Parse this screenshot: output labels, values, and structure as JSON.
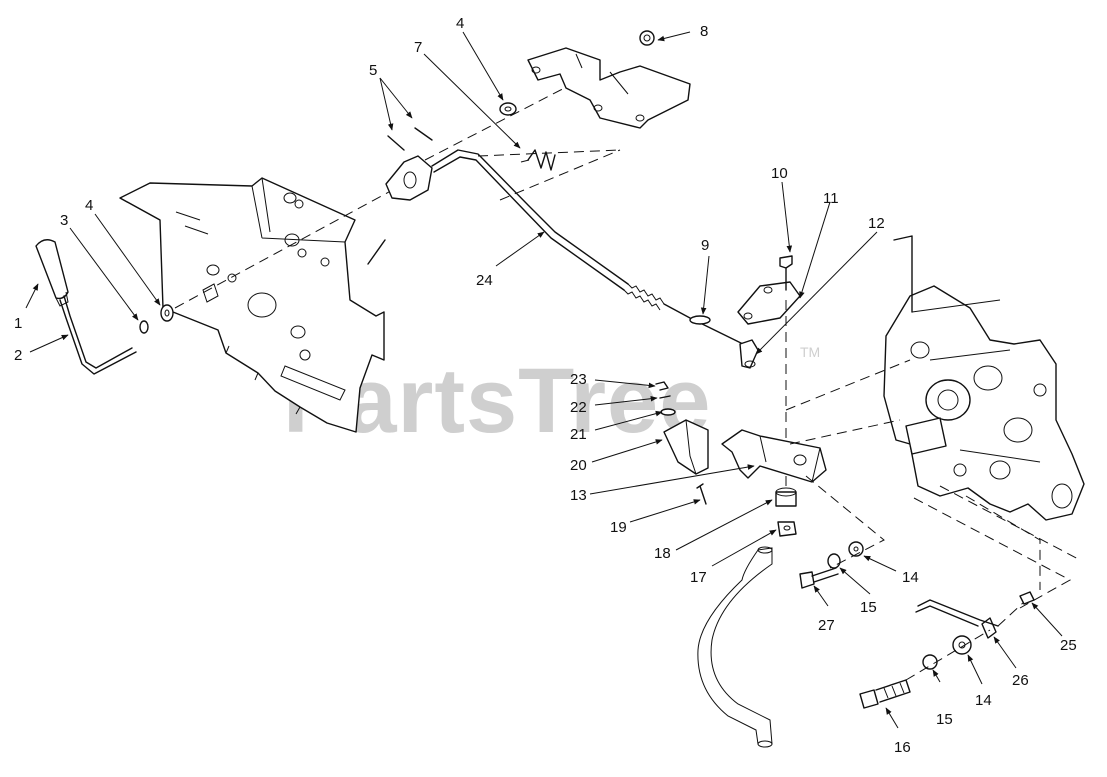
{
  "watermark": {
    "text": "PartsTree",
    "trademark": "TM"
  },
  "labels": {
    "n1": "1",
    "n2": "2",
    "n3": "3",
    "n4a": "4",
    "n4b": "4",
    "n5": "5",
    "n7": "7",
    "n8": "8",
    "n9": "9",
    "n10": "10",
    "n11": "11",
    "n12": "12",
    "n13": "13",
    "n14a": "14",
    "n14b": "14",
    "n15a": "15",
    "n15b": "15",
    "n16": "16",
    "n17": "17",
    "n18": "18",
    "n19": "19",
    "n20": "20",
    "n21": "21",
    "n22": "22",
    "n23": "23",
    "n24": "24",
    "n25": "25",
    "n26": "26",
    "n27": "27"
  }
}
